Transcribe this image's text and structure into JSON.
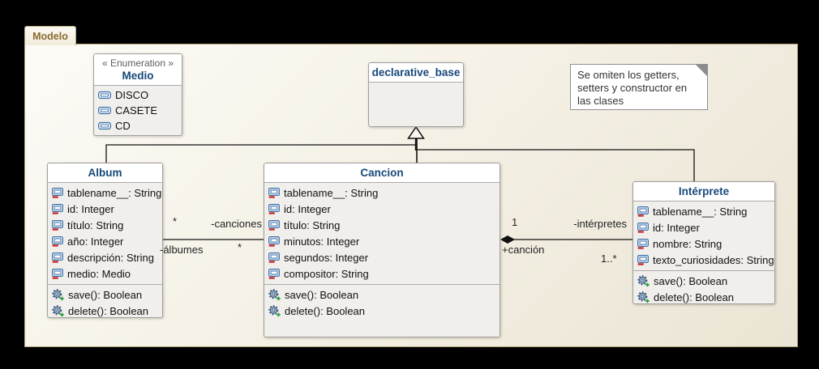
{
  "frame": {
    "tab_label": "Modelo"
  },
  "note": {
    "lines": [
      "Se omiten los getters,",
      "setters y constructor en",
      "las clases"
    ]
  },
  "enumeration": {
    "stereotype": "« Enumeration »",
    "name": "Medio",
    "literals": [
      "DISCO",
      "CASETE",
      "CD"
    ]
  },
  "base_class": {
    "name": "declarative_base"
  },
  "classes": {
    "album": {
      "name": "Album",
      "attributes": [
        "tablename__: String",
        "id: Integer",
        "título: String",
        "año: Integer",
        "descripción: String",
        "medio: Medio"
      ],
      "operations": [
        "save(): Boolean",
        "delete(): Boolean"
      ]
    },
    "cancion": {
      "name": "Cancion",
      "attributes": [
        "tablename__: String",
        "id: Integer",
        "título: String",
        "minutos: Integer",
        "segundos: Integer",
        "compositor: String"
      ],
      "operations": [
        "save(): Boolean",
        "delete(): Boolean"
      ]
    },
    "interprete": {
      "name": "Intérprete",
      "attributes": [
        "tablename__: String",
        "id: Integer",
        "nombre: String",
        "texto_curiosidades: String"
      ],
      "operations": [
        "save(): Boolean",
        "delete(): Boolean"
      ]
    }
  },
  "associations": {
    "album_cancion": {
      "mult_album": "*",
      "role_canciones": "-canciones",
      "role_albumes": "-álbumes",
      "mult_cancion": "*"
    },
    "cancion_interprete": {
      "mult_cancion": "1",
      "role_interpretes": "-intérpretes",
      "role_cancion": "+canción",
      "mult_interprete": "1..*"
    }
  },
  "colors": {
    "class_title": "#17497a",
    "tab_text": "#8a6d2f",
    "canvas_bg": "#f4f0e4",
    "line": "#111111",
    "attr_icon_blue": "#3f72a8",
    "attr_icon_red": "#cc3333",
    "op_icon_green": "#2f9e44"
  }
}
